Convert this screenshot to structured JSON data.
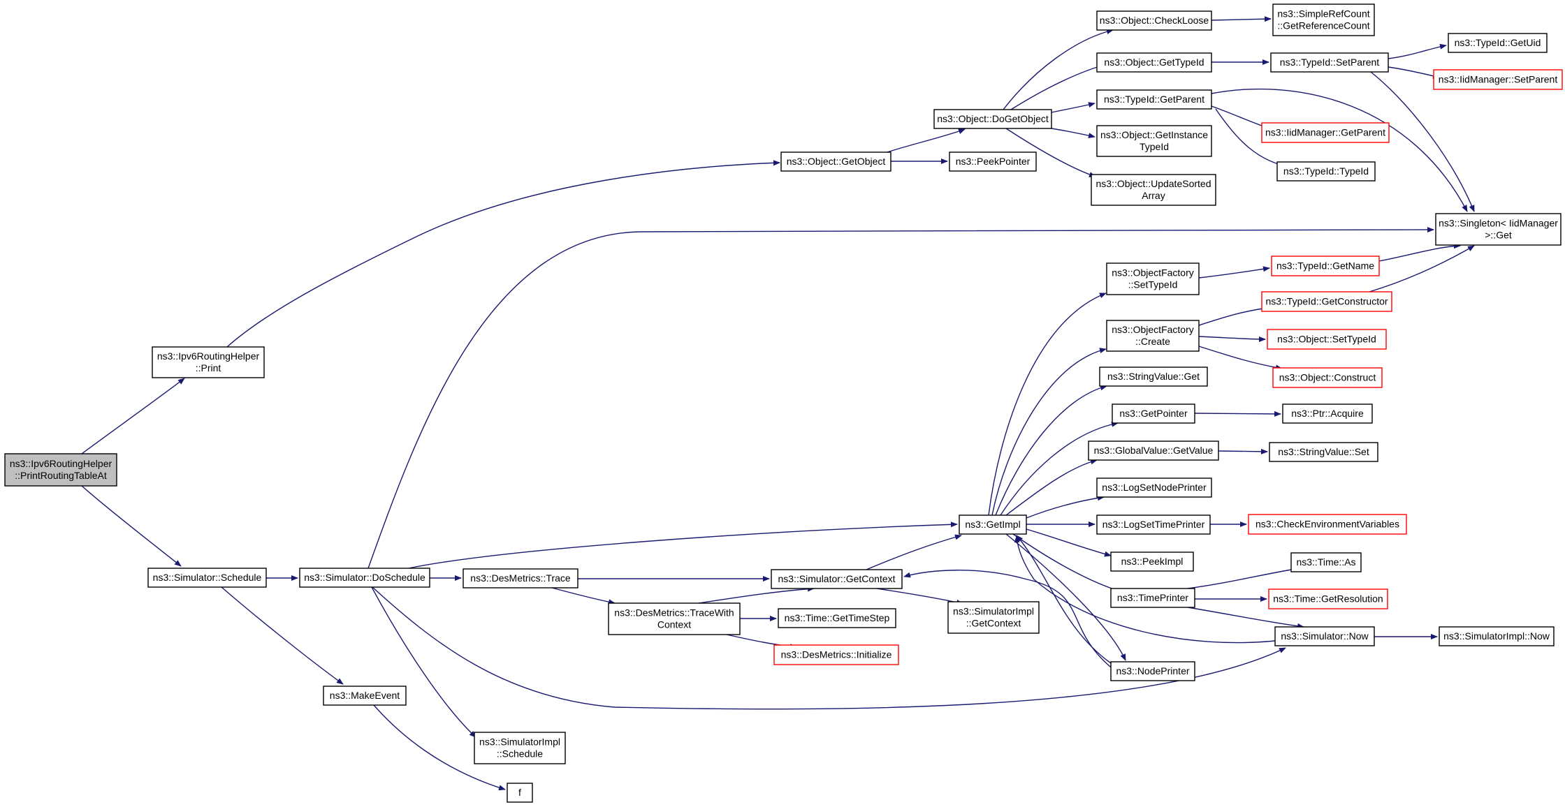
{
  "graph": {
    "title": "",
    "nodes": [
      {
        "id": "root",
        "lines": [
          "ns3::Ipv6RoutingHelper",
          "::PrintRoutingTableAt"
        ],
        "style": "root"
      },
      {
        "id": "print",
        "lines": [
          "ns3::Ipv6RoutingHelper",
          "::Print"
        ],
        "style": "normal"
      },
      {
        "id": "schedule",
        "lines": [
          "ns3::Simulator::Schedule"
        ],
        "style": "normal"
      },
      {
        "id": "doschedule",
        "lines": [
          "ns3::Simulator::DoSchedule"
        ],
        "style": "normal"
      },
      {
        "id": "makeevent",
        "lines": [
          "ns3::MakeEvent"
        ],
        "style": "normal"
      },
      {
        "id": "f",
        "lines": [
          "f"
        ],
        "style": "normal"
      },
      {
        "id": "getobject",
        "lines": [
          "ns3::Object::GetObject"
        ],
        "style": "normal"
      },
      {
        "id": "peekpointer",
        "lines": [
          "ns3::PeekPointer"
        ],
        "style": "normal"
      },
      {
        "id": "dogetobject",
        "lines": [
          "ns3::Object::DoGetObject"
        ],
        "style": "normal"
      },
      {
        "id": "checkloose",
        "lines": [
          "ns3::Object::CheckLoose"
        ],
        "style": "normal"
      },
      {
        "id": "getreferencecount",
        "lines": [
          "ns3::SimpleRefCount",
          "::GetReferenceCount"
        ],
        "style": "normal"
      },
      {
        "id": "objgettypeid",
        "lines": [
          "ns3::Object::GetTypeId"
        ],
        "style": "normal"
      },
      {
        "id": "typeidsetparent",
        "lines": [
          "ns3::TypeId::SetParent"
        ],
        "style": "normal"
      },
      {
        "id": "typeidgetuid",
        "lines": [
          "ns3::TypeId::GetUid"
        ],
        "style": "normal"
      },
      {
        "id": "iidsetparent",
        "lines": [
          "ns3::IidManager::SetParent"
        ],
        "style": "red"
      },
      {
        "id": "typeidgetparent",
        "lines": [
          "ns3::TypeId::GetParent"
        ],
        "style": "normal"
      },
      {
        "id": "iidgetparent",
        "lines": [
          "ns3::IidManager::GetParent"
        ],
        "style": "red"
      },
      {
        "id": "typeidtypeid",
        "lines": [
          "ns3::TypeId::TypeId"
        ],
        "style": "normal"
      },
      {
        "id": "getinstancetypeid",
        "lines": [
          "ns3::Object::GetInstance",
          "TypeId"
        ],
        "style": "normal"
      },
      {
        "id": "updatesortedarray",
        "lines": [
          "ns3::Object::UpdateSorted",
          "Array"
        ],
        "style": "normal"
      },
      {
        "id": "singletonget",
        "lines": [
          "ns3::Singleton< IidManager",
          ">::Get"
        ],
        "style": "normal"
      },
      {
        "id": "objfactorysettypeid",
        "lines": [
          "ns3::ObjectFactory",
          "::SetTypeId"
        ],
        "style": "normal"
      },
      {
        "id": "typeidgetname",
        "lines": [
          "ns3::TypeId::GetName"
        ],
        "style": "red"
      },
      {
        "id": "objfactorycreate",
        "lines": [
          "ns3::ObjectFactory",
          "::Create"
        ],
        "style": "normal"
      },
      {
        "id": "typeidgetconstructor",
        "lines": [
          "ns3::TypeId::GetConstructor"
        ],
        "style": "red"
      },
      {
        "id": "objsettypeid",
        "lines": [
          "ns3::Object::SetTypeId"
        ],
        "style": "red"
      },
      {
        "id": "objconstruct",
        "lines": [
          "ns3::Object::Construct"
        ],
        "style": "red"
      },
      {
        "id": "stringvalueget",
        "lines": [
          "ns3::StringValue::Get"
        ],
        "style": "normal"
      },
      {
        "id": "getpointer",
        "lines": [
          "ns3::GetPointer"
        ],
        "style": "normal"
      },
      {
        "id": "ptracquire",
        "lines": [
          "ns3::Ptr::Acquire"
        ],
        "style": "normal"
      },
      {
        "id": "globalvaluegetvalue",
        "lines": [
          "ns3::GlobalValue::GetValue"
        ],
        "style": "normal"
      },
      {
        "id": "stringvalueset",
        "lines": [
          "ns3::StringValue::Set"
        ],
        "style": "normal"
      },
      {
        "id": "logsetnodeprinter",
        "lines": [
          "ns3::LogSetNodePrinter"
        ],
        "style": "normal"
      },
      {
        "id": "getimpl",
        "lines": [
          "ns3::GetImpl"
        ],
        "style": "normal"
      },
      {
        "id": "logsettimeprinter",
        "lines": [
          "ns3::LogSetTimePrinter"
        ],
        "style": "normal"
      },
      {
        "id": "checkenvvars",
        "lines": [
          "ns3::CheckEnvironmentVariables"
        ],
        "style": "red"
      },
      {
        "id": "peekimpl",
        "lines": [
          "ns3::PeekImpl"
        ],
        "style": "normal"
      },
      {
        "id": "desmetricstrace",
        "lines": [
          "ns3::DesMetrics::Trace"
        ],
        "style": "normal"
      },
      {
        "id": "simgetcontext",
        "lines": [
          "ns3::Simulator::GetContext"
        ],
        "style": "normal"
      },
      {
        "id": "timeprinter",
        "lines": [
          "ns3::TimePrinter"
        ],
        "style": "normal"
      },
      {
        "id": "timeas",
        "lines": [
          "ns3::Time::As"
        ],
        "style": "normal"
      },
      {
        "id": "timegetresolution",
        "lines": [
          "ns3::Time::GetResolution"
        ],
        "style": "red"
      },
      {
        "id": "tracewithcontext",
        "lines": [
          "ns3::DesMetrics::TraceWith",
          "Context"
        ],
        "style": "normal"
      },
      {
        "id": "timegettimestep",
        "lines": [
          "ns3::Time::GetTimeStep"
        ],
        "style": "normal"
      },
      {
        "id": "simimplgetcontext",
        "lines": [
          "ns3::SimulatorImpl",
          "::GetContext"
        ],
        "style": "normal"
      },
      {
        "id": "desmetricsinit",
        "lines": [
          "ns3::DesMetrics::Initialize"
        ],
        "style": "red"
      },
      {
        "id": "simnow",
        "lines": [
          "ns3::Simulator::Now"
        ],
        "style": "normal"
      },
      {
        "id": "simimplnow",
        "lines": [
          "ns3::SimulatorImpl::Now"
        ],
        "style": "normal"
      },
      {
        "id": "nodeprinter",
        "lines": [
          "ns3::NodePrinter"
        ],
        "style": "normal"
      },
      {
        "id": "simimplschedule",
        "lines": [
          "ns3::SimulatorImpl",
          "::Schedule"
        ],
        "style": "normal"
      }
    ]
  }
}
